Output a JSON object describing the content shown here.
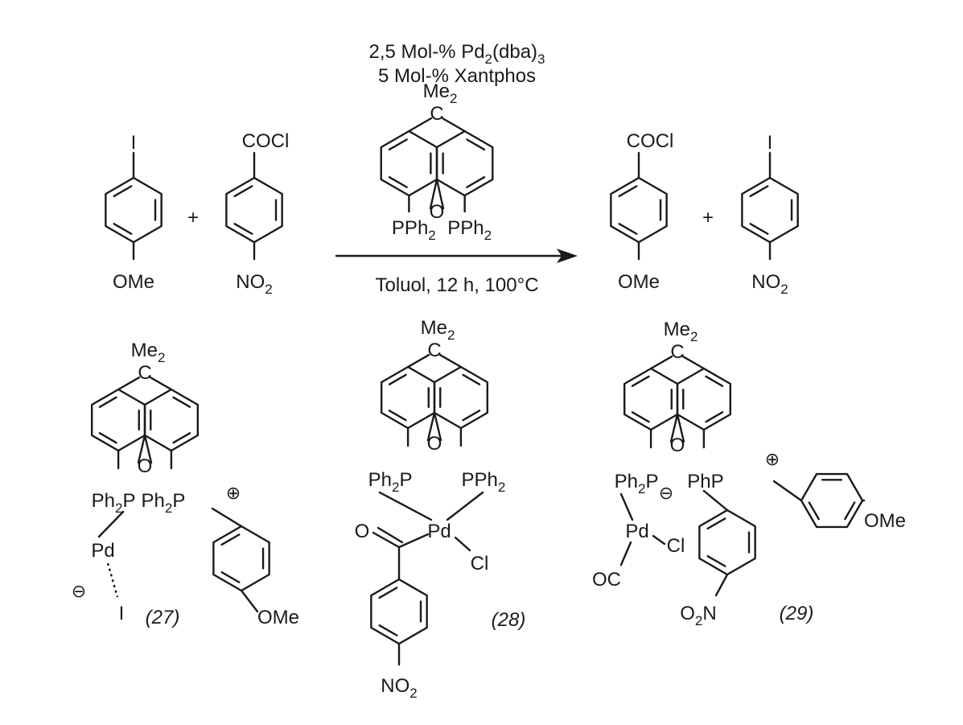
{
  "conditions": {
    "catalyst_prefix": "2,5 Mol-% Pd",
    "catalyst_sub1": "2",
    "catalyst_mid": "(dba)",
    "catalyst_sub2": "3",
    "ligand": "5 Mol-% Xantphos",
    "solvent_time_temp": "Toluol, 12 h, 100°C"
  },
  "labels": {
    "me2_main": "Me",
    "me2_sub": "2",
    "c_atom": "C",
    "o_atom": "O",
    "pph2_main": "PPh",
    "ph2p_prefix": "Ph",
    "ph2p_suffix": "P",
    "php": "PhP",
    "pd": "Pd",
    "cl": "Cl",
    "iodine": "I",
    "ome": "OMe",
    "no_main": "NO",
    "no_sub": "2",
    "o2n_o": "O",
    "o2n_n": "N",
    "cocl": "COCl",
    "oc": "OC",
    "carbonyl_o": "O",
    "plus": "+",
    "sub2": "2"
  },
  "compounds": {
    "c27": "(27)",
    "c28": "(28)",
    "c29": "(29)"
  },
  "charges": {
    "positive": "⊕",
    "negative": "⊖"
  }
}
